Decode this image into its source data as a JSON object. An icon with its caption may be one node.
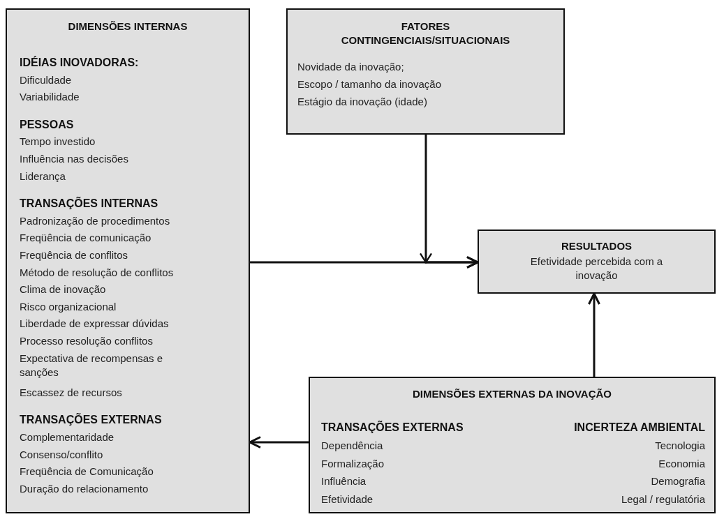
{
  "diagram": {
    "nodes": [
      {
        "text": [
          "DIMENSÕES INTERNAS",
          "IDÉIAS INOVADORAS:",
          "Dificuldade",
          "Variabilidade",
          "PESSOAS",
          "Tempo investido",
          "Influência nas decisões",
          "Liderança",
          "TRANSAÇÕES INTERNAS",
          "Padronização de procedimentos",
          "Freqüência de comunicação",
          "Freqüência de conflitos",
          "Método de resolução de conflitos",
          "Clima de inovação",
          "Risco organizacional",
          "Liberdade de expressar dúvidas",
          "Processo resolução conflitos",
          "Expectativa de recompensas e sanções",
          "Escassez de recursos",
          "TRANSAÇÕES EXTERNAS",
          "Complementaridade",
          "Consenso/conflito",
          "Freqüência de Comunicação",
          "Duração do relacionamento"
        ]
      },
      {
        "text": [
          "FATORES CONTINGENCIAIS/SITUACIONAIS",
          "Novidade da inovação;",
          "Escopo / tamanho da inovação",
          "Estágio da inovação (idade)"
        ]
      },
      {
        "text": [
          "RESULTADOS",
          "Efetividade percebida com a inovação"
        ]
      },
      {
        "text": [
          "DIMENSÕES EXTERNAS DA INOVAÇÃO",
          "TRANSAÇÕES EXTERNAS",
          "Dependência",
          "Formalização",
          "Influência",
          "Efetividade",
          "INCERTEZA AMBIENTAL",
          "Tecnologia",
          "Economia",
          "Demografia",
          "Legal / regulatória"
        ]
      }
    ],
    "edges": [
      {
        "from": 0,
        "to": 2,
        "arrow": "to"
      },
      {
        "from": 1,
        "to": 2,
        "arrow": "to"
      },
      {
        "from": 3,
        "to": 2,
        "arrow": "to"
      },
      {
        "from": 3,
        "to": 0,
        "arrow": "to"
      }
    ]
  }
}
